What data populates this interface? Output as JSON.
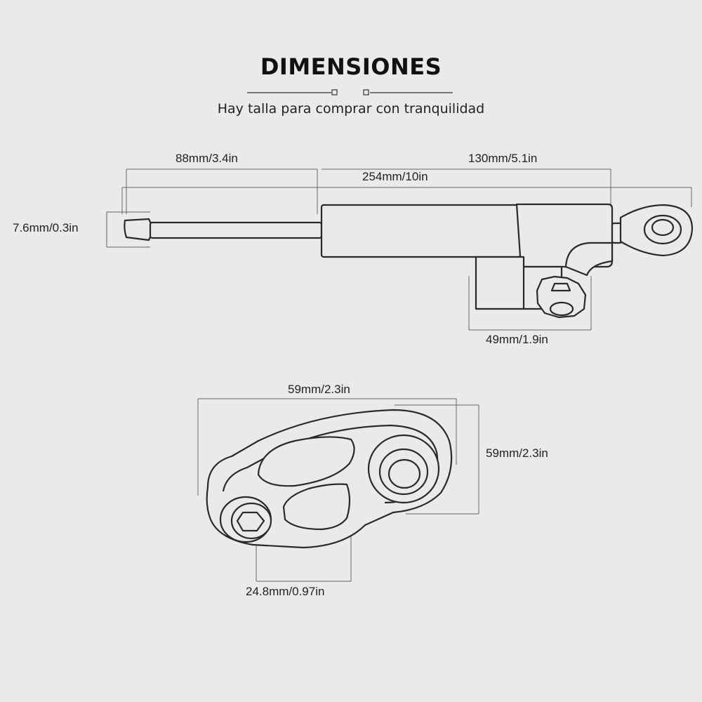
{
  "header": {
    "title": "DIMENSIONES",
    "subtitle": "Hay talla para comprar con tranquilidad"
  },
  "damper": {
    "rod_length_label": "88mm/3.4in",
    "total_length_label": "254mm/10in",
    "body_length_label": "130mm/5.1in",
    "rod_diameter_label": "7.6mm/0.3in",
    "mount_width_label": "49mm/1.9in"
  },
  "clamp": {
    "width_label": "59mm/2.3in",
    "height_label": "59mm/2.3in",
    "hole_label": "24.8mm/0.97in"
  },
  "colors": {
    "background": "#e9eaeb",
    "outline": "#2a2a2a",
    "dimension_line": "#555555"
  }
}
